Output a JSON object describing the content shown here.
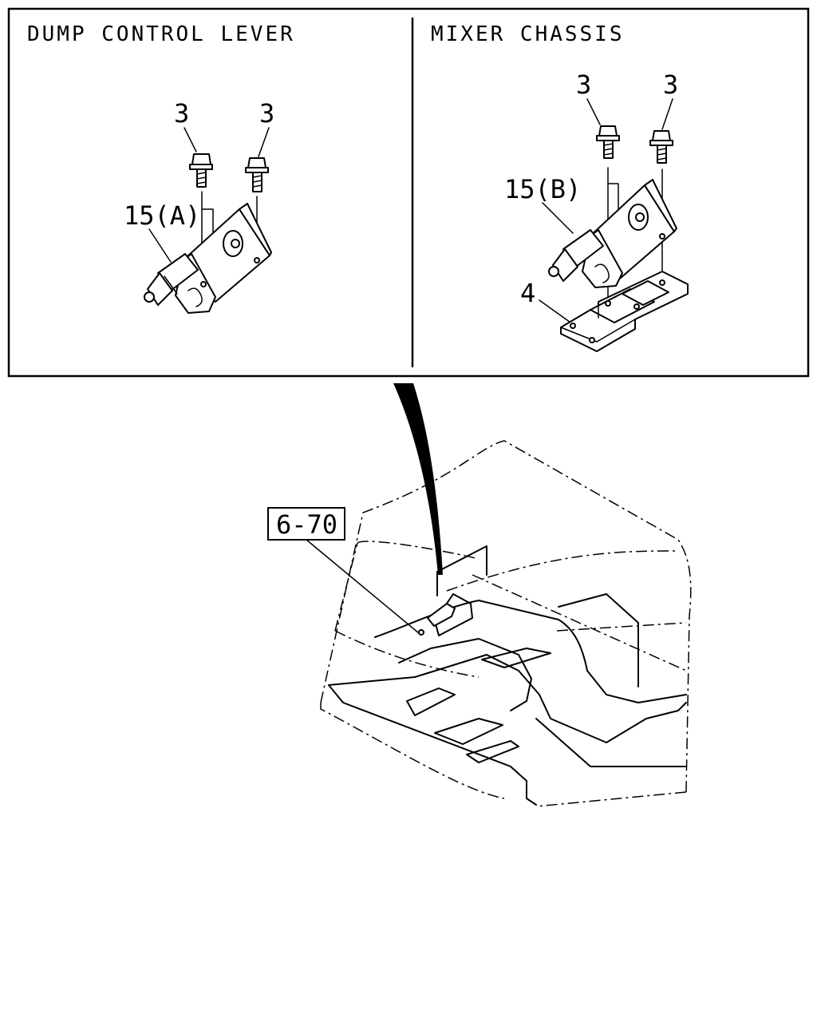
{
  "panels": {
    "left": {
      "heading": "DUMP CONTROL LEVER",
      "bolt_label_1": "3",
      "bolt_label_2": "3",
      "lever_label": "15(A)"
    },
    "right": {
      "heading": "MIXER CHASSIS",
      "bolt_label_1": "3",
      "bolt_label_2": "3",
      "lever_label": "15(B)",
      "bracket_label": "4"
    }
  },
  "reference": {
    "label": "6-70"
  }
}
